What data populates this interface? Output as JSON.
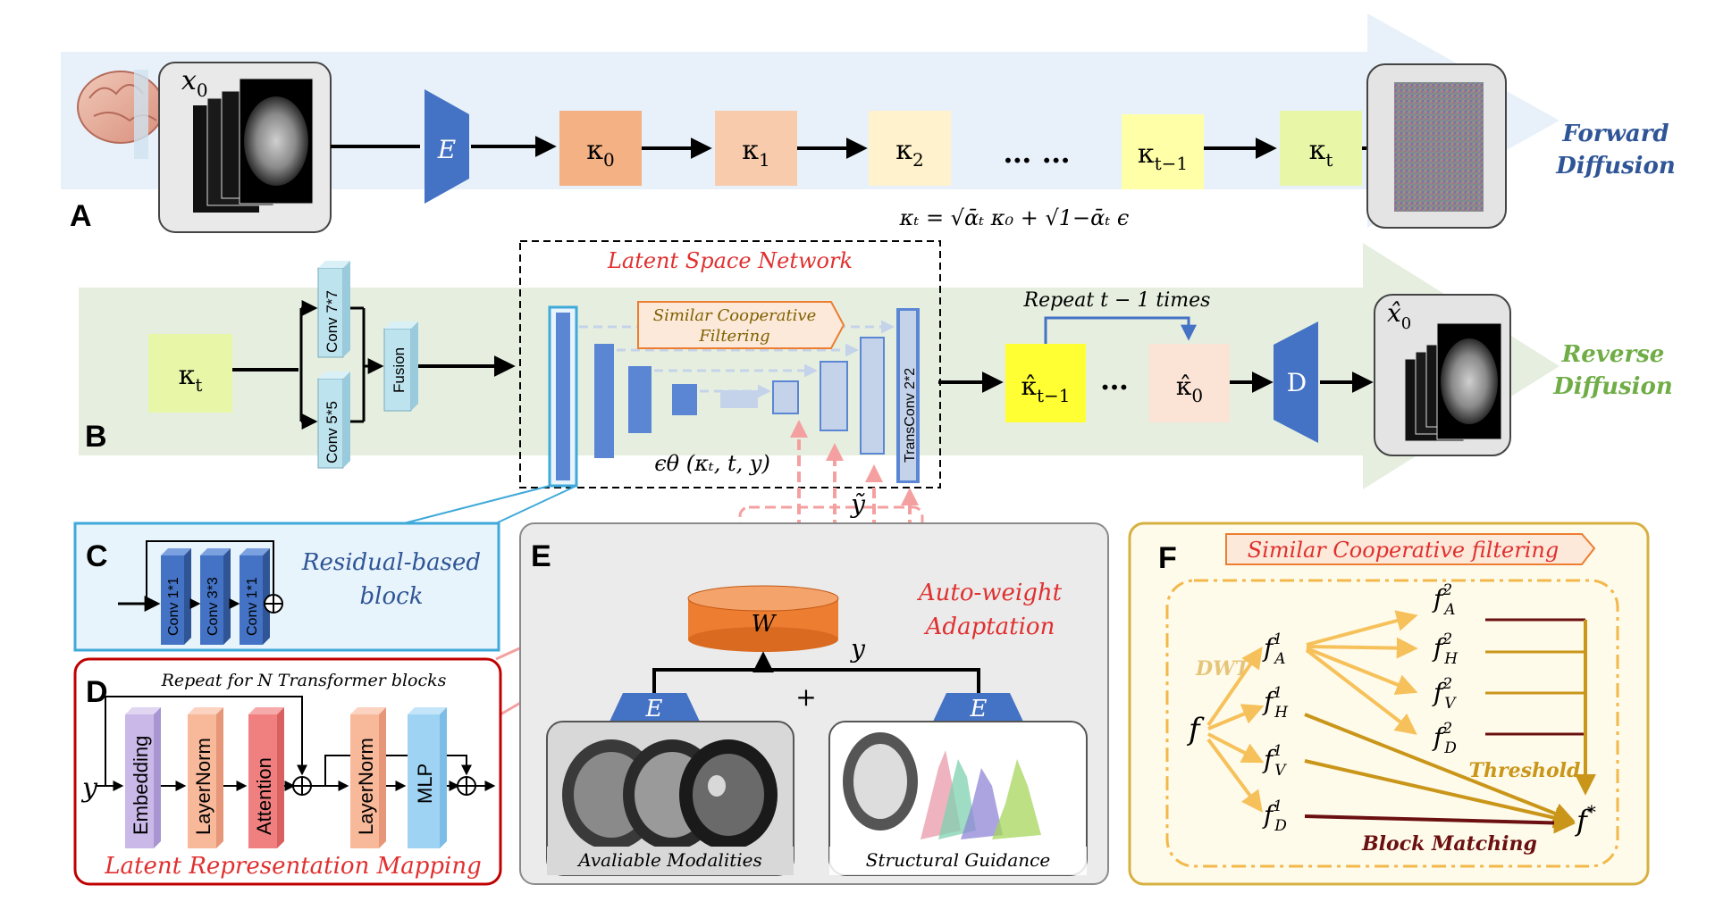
{
  "panelA": {
    "letter": "A",
    "x0": "x",
    "x0_sub": "0",
    "encoder": "E",
    "kappas": [
      {
        "base": "κ",
        "sub": "0"
      },
      {
        "base": "κ",
        "sub": "1"
      },
      {
        "base": "κ",
        "sub": "2"
      },
      {
        "base": "κ",
        "sub": "t−1"
      },
      {
        "base": "κ",
        "sub": "t"
      }
    ],
    "dots": "… …",
    "equation": "κₜ = √ᾱₜ κ₀ + √1−ᾱₜ ϵ",
    "label_line1": "Forward",
    "label_line2": "Diffusion",
    "colors": {
      "band": "#e4eef7",
      "arrow": "#cfdfee",
      "label": "#2f5597",
      "encoder": "#4472c4"
    }
  },
  "panelB": {
    "letter": "B",
    "kappa_t_base": "κ",
    "kappa_t_sub": "t",
    "conv77": "Conv 7*7",
    "conv55": "Conv 5*5",
    "fusion": "Fusion",
    "latent_title": "Latent Space Network",
    "scf_line1": "Similar Cooperative",
    "scf_line2": "Filtering",
    "transconv": "TransConv 2*2",
    "epsilon": "ϵθ (κₜ, t, y)",
    "ytilde": "ỹ",
    "repeat": "Repeat t − 1 times",
    "khat_tm1_base": "κ̂",
    "khat_tm1_sub": "t−1",
    "dots": "…",
    "khat0_base": "κ̂",
    "khat0_sub": "0",
    "decoder": "D",
    "xhat0": "x̂",
    "xhat0_sub": "0",
    "label_line1": "Reverse",
    "label_line2": "Diffusion",
    "colors": {
      "band": "#e2ecd9",
      "label": "#70ad47",
      "latent_title": "#e03030"
    }
  },
  "panelC": {
    "letter": "C",
    "convs": [
      "Conv 1*1",
      "Conv 3*3",
      "Conv 1*1"
    ],
    "label_line1": "Residual-based",
    "label_line2": "block",
    "colors": {
      "border": "#3fa9d9",
      "bg": "#e8f4fb",
      "label": "#2f5597"
    }
  },
  "panelD": {
    "letter": "D",
    "repeat": "Repeat for N  Transformer blocks",
    "input": "y",
    "blocks": [
      "Embedding",
      "LayerNorm",
      "Attention",
      "LayerNorm",
      "MLP"
    ],
    "caption": "Latent Representation Mapping",
    "colors": {
      "border": "#c00000",
      "caption": "#e03030"
    }
  },
  "panelE": {
    "letter": "E",
    "weight": "W",
    "y": "y",
    "plus": "+",
    "enc_left": "E",
    "enc_right": "E",
    "auto_line1": "Auto-weight",
    "auto_line2": "Adaptation",
    "img_left_caption": "Avaliable Modalities",
    "img_right_caption": "Structural Guidance",
    "colors": {
      "bg": "#ebebeb",
      "cylinder": "#ed7d31",
      "red": "#e03030"
    }
  },
  "panelF": {
    "letter": "F",
    "title": "Similar Cooperative filtering",
    "dwt": "DWT",
    "f": "f",
    "f1": [
      "A",
      "H",
      "V",
      "D"
    ],
    "f2": [
      "A",
      "H",
      "V",
      "D"
    ],
    "threshold": "Threshold",
    "block_matching": "Block Matching",
    "fstar": "f",
    "colors": {
      "border": "#d6b040",
      "bg": "#fffbeb",
      "arrow_light": "#f6c15a",
      "arrow_dark": "#c9961a",
      "line_dark": "#6b1010",
      "title": "#e03030"
    }
  }
}
